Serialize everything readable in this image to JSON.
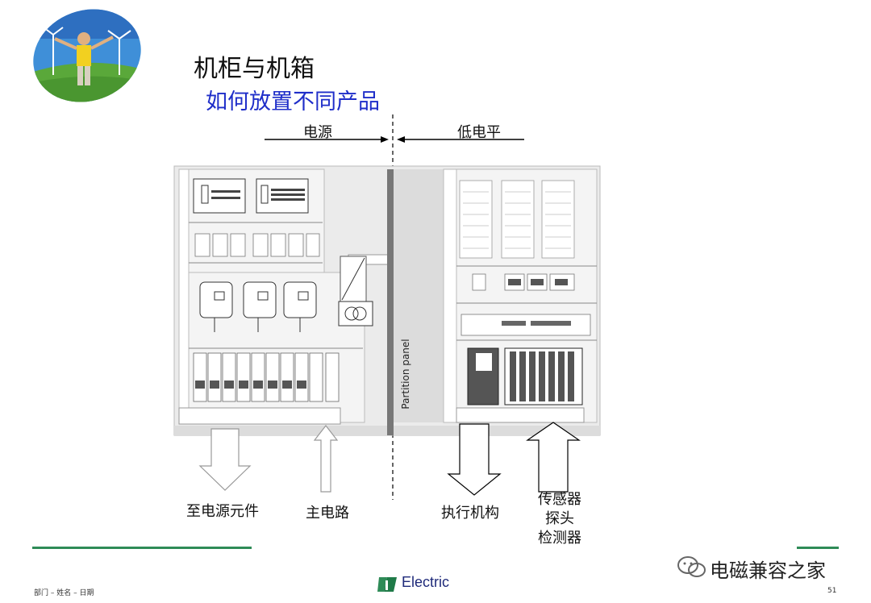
{
  "slide": {
    "title": "机柜与机箱",
    "subtitle": "如何放置不同产品",
    "zone_power": "电源",
    "zone_low_level": "低电平",
    "partition_label": "Partition panel",
    "arrow_to_power": "至电源元件",
    "arrow_main_circuit": "主电路",
    "arrow_actuator": "执行机构",
    "sensor_lines": [
      "传感器",
      "探头",
      "检测器"
    ]
  },
  "footer": {
    "left_text": "部门 – 姓名 – 日期",
    "brand": "Electric",
    "page_number": "51",
    "watermark": "电磁兼容之家",
    "wechat_icon": "wechat-icon"
  },
  "colors": {
    "subtitle": "#1f2ec9",
    "accent_line": "#2e8b57",
    "partition": "#777777",
    "panel_fill": "#e6e6e6"
  }
}
